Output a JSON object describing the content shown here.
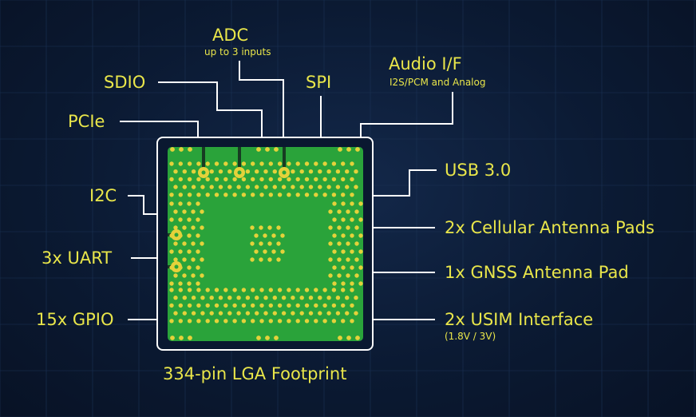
{
  "title": "334-pin LGA Footprint",
  "colors": {
    "text": "#e9e64a",
    "line": "#ffffff",
    "pcb": "#2aa33a",
    "pad": "#e4d23a",
    "background": "#0b1a33"
  },
  "interfaces": {
    "adc": {
      "label": "ADC",
      "sub": "up to 3 inputs"
    },
    "sdio": {
      "label": "SDIO"
    },
    "spi": {
      "label": "SPI"
    },
    "audio": {
      "label": "Audio I/F",
      "sub": "I2S/PCM and Analog"
    },
    "pcie": {
      "label": "PCIe"
    },
    "i2c": {
      "label": "I2C"
    },
    "uart": {
      "label": "3x UART"
    },
    "gpio": {
      "label": "15x GPIO"
    },
    "usb": {
      "label": "USB 3.0"
    },
    "cellular": {
      "label": "2x Cellular Antenna Pads"
    },
    "gnss": {
      "label": "1x GNSS Antenna Pad"
    },
    "usim": {
      "label": "2x USIM Interface",
      "sub": "(1.8V / 3V)"
    }
  }
}
